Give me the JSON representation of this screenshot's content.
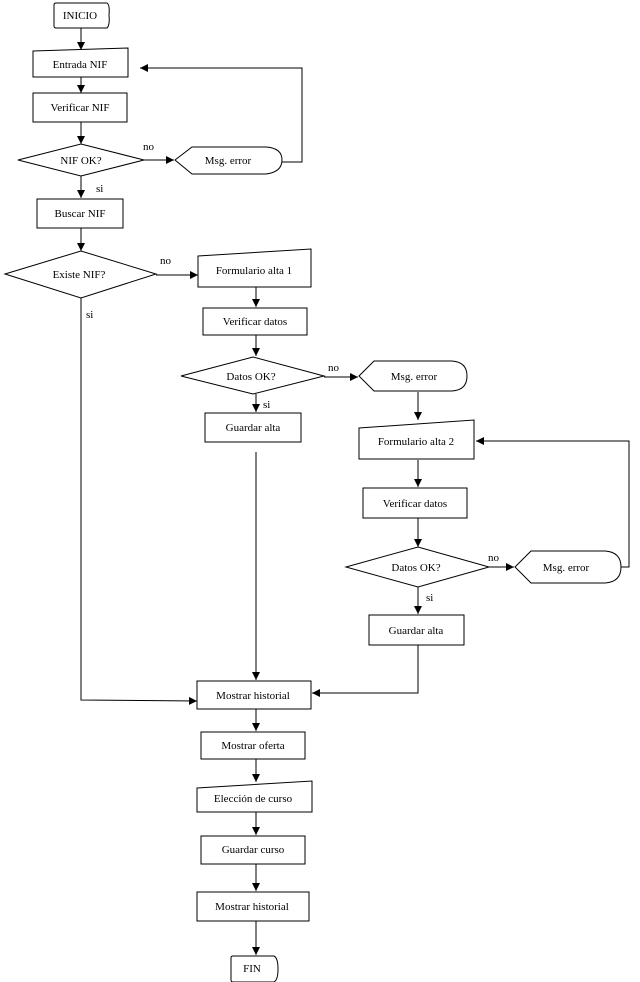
{
  "nodes": {
    "inicio": "INICIO",
    "entrada_nif": "Entrada NIF",
    "verificar_nif": "Verificar NIF",
    "nif_ok": "NIF OK?",
    "msg_error_1": "Msg. error",
    "buscar_nif": "Buscar NIF",
    "existe_nif": "Existe NIF?",
    "formulario_alta_1": "Formulario alta 1",
    "verificar_datos_1": "Verificar datos",
    "datos_ok_1": "Datos OK?",
    "msg_error_2": "Msg. error",
    "guardar_alta_1": "Guardar alta",
    "formulario_alta_2": "Formulario alta 2",
    "verificar_datos_2": "Verificar datos",
    "datos_ok_2": "Datos OK?",
    "msg_error_3": "Msg. error",
    "guardar_alta_2": "Guardar alta",
    "mostrar_historial_1": "Mostrar historial",
    "mostrar_oferta": "Mostrar oferta",
    "eleccion_curso": "Elección de curso",
    "guardar_curso": "Guardar curso",
    "mostrar_historial_2": "Mostrar historial",
    "fin": "FIN"
  },
  "branch_labels": {
    "nif_ok_no": "no",
    "nif_ok_si": "si",
    "existe_nif_no": "no",
    "existe_nif_si": "si",
    "datos_ok_1_no": "no",
    "datos_ok_1_si": "si",
    "datos_ok_2_no": "no",
    "datos_ok_2_si": "si"
  }
}
